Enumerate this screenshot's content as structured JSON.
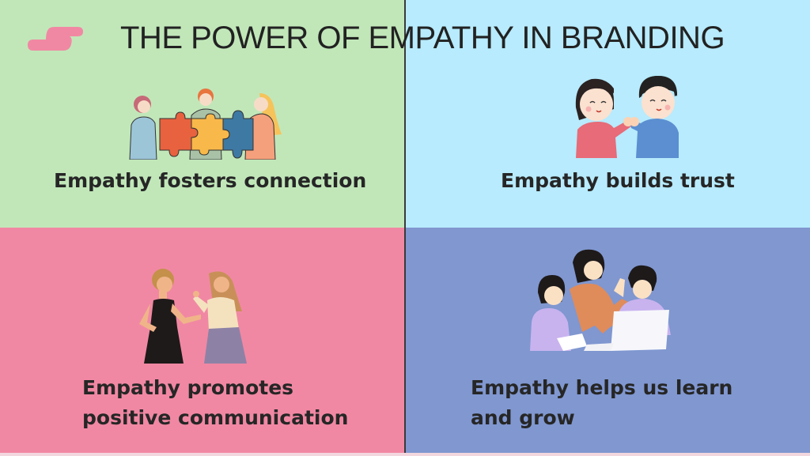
{
  "title": "THE POWER OF EMPATHY IN BRANDING",
  "colors": {
    "green": "#c1e7b9",
    "light_blue": "#b7ebfd",
    "pink": "#f188a3",
    "periwinkle": "#8097d0",
    "text": "#222222",
    "accent_blob": "#f188a3"
  },
  "decoration": {
    "icon": "pink-brush-stroke"
  },
  "quadrants": [
    {
      "caption": "Empathy fosters connection",
      "illustration": "three-people-holding-puzzle-pieces",
      "bg": "#c1e7b9"
    },
    {
      "caption": "Empathy builds trust",
      "illustration": "two-kids-pinky-promise",
      "bg": "#b7ebfd"
    },
    {
      "caption": "Empathy promotes positive communication",
      "illustration": "two-women-talking",
      "bg": "#f188a3"
    },
    {
      "caption": "Empathy helps us learn and grow",
      "illustration": "teacher-and-two-students-with-laptop",
      "bg": "#8097d0"
    }
  ]
}
